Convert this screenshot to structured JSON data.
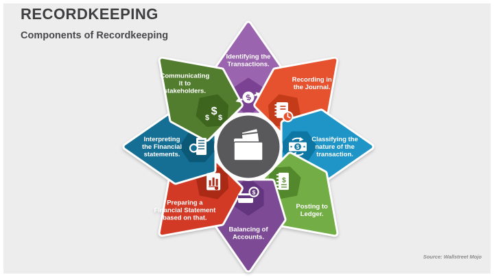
{
  "slide": {
    "title": "RECORDKEEPING",
    "subtitle": "Components of Recordkeeping",
    "source": "Source: Wallstreet Mojo"
  },
  "colors": {
    "background": "#ededee",
    "frame": "#ffffff",
    "center_circle": "#59595b",
    "petal_gap": "#ffffff",
    "label_text": "#ffffff",
    "title_text": "#3e3e40",
    "source_text": "#8a8a8a"
  },
  "diagram": {
    "center_icon": "folder-icon",
    "petals": [
      {
        "id": "identifying",
        "angle": 0,
        "label": "Identifying the Transactions.",
        "lines": [
          "Identifying the",
          "Transactions."
        ],
        "color": "#9b64ae",
        "dark": "#7b4294",
        "icon": "money-transfer-icon"
      },
      {
        "id": "recording",
        "angle": 45,
        "label": "Recording in the Journal.",
        "lines": [
          "Recording in",
          "the Journal."
        ],
        "color": "#e6512e",
        "dark": "#c43b1a",
        "icon": "journal-clock-icon"
      },
      {
        "id": "classifying",
        "angle": 90,
        "label": "Classifying the nature of the transaction.",
        "lines": [
          "Classifying the",
          "nature of the",
          "transaction."
        ],
        "color": "#1e95c6",
        "dark": "#0e76a3",
        "icon": "money-exchange-icon"
      },
      {
        "id": "posting",
        "angle": 135,
        "label": "Posting to Ledger.",
        "lines": [
          "Posting to",
          "Ledger."
        ],
        "color": "#73ad45",
        "dark": "#54882c",
        "icon": "ledger-icon"
      },
      {
        "id": "balancing",
        "angle": 180,
        "label": "Balancing of Accounts.",
        "lines": [
          "Balancing of",
          "Accounts."
        ],
        "color": "#7d4b95",
        "dark": "#64357f",
        "icon": "card-payment-icon"
      },
      {
        "id": "preparing",
        "angle": 225,
        "label": "Preparing a Financial Statement based on that.",
        "lines": [
          "Preparing a",
          "Financial Statement",
          "based on that."
        ],
        "color": "#d23a26",
        "dark": "#aa2a16",
        "icon": "bar-chart-doc-icon"
      },
      {
        "id": "interpreting",
        "angle": 270,
        "label": "Interpreting the Financial statements.",
        "lines": [
          "Interpreting",
          "the Financial",
          "statements."
        ],
        "color": "#156f95",
        "dark": "#0b5877",
        "icon": "doc-magnifier-icon"
      },
      {
        "id": "communicating",
        "angle": 315,
        "label": "Communicating it to stakeholders.",
        "lines": [
          "Communicating",
          "it to",
          "stakeholders."
        ],
        "color": "#527d2e",
        "dark": "#3e651d",
        "icon": "stakeholders-icon"
      }
    ]
  }
}
